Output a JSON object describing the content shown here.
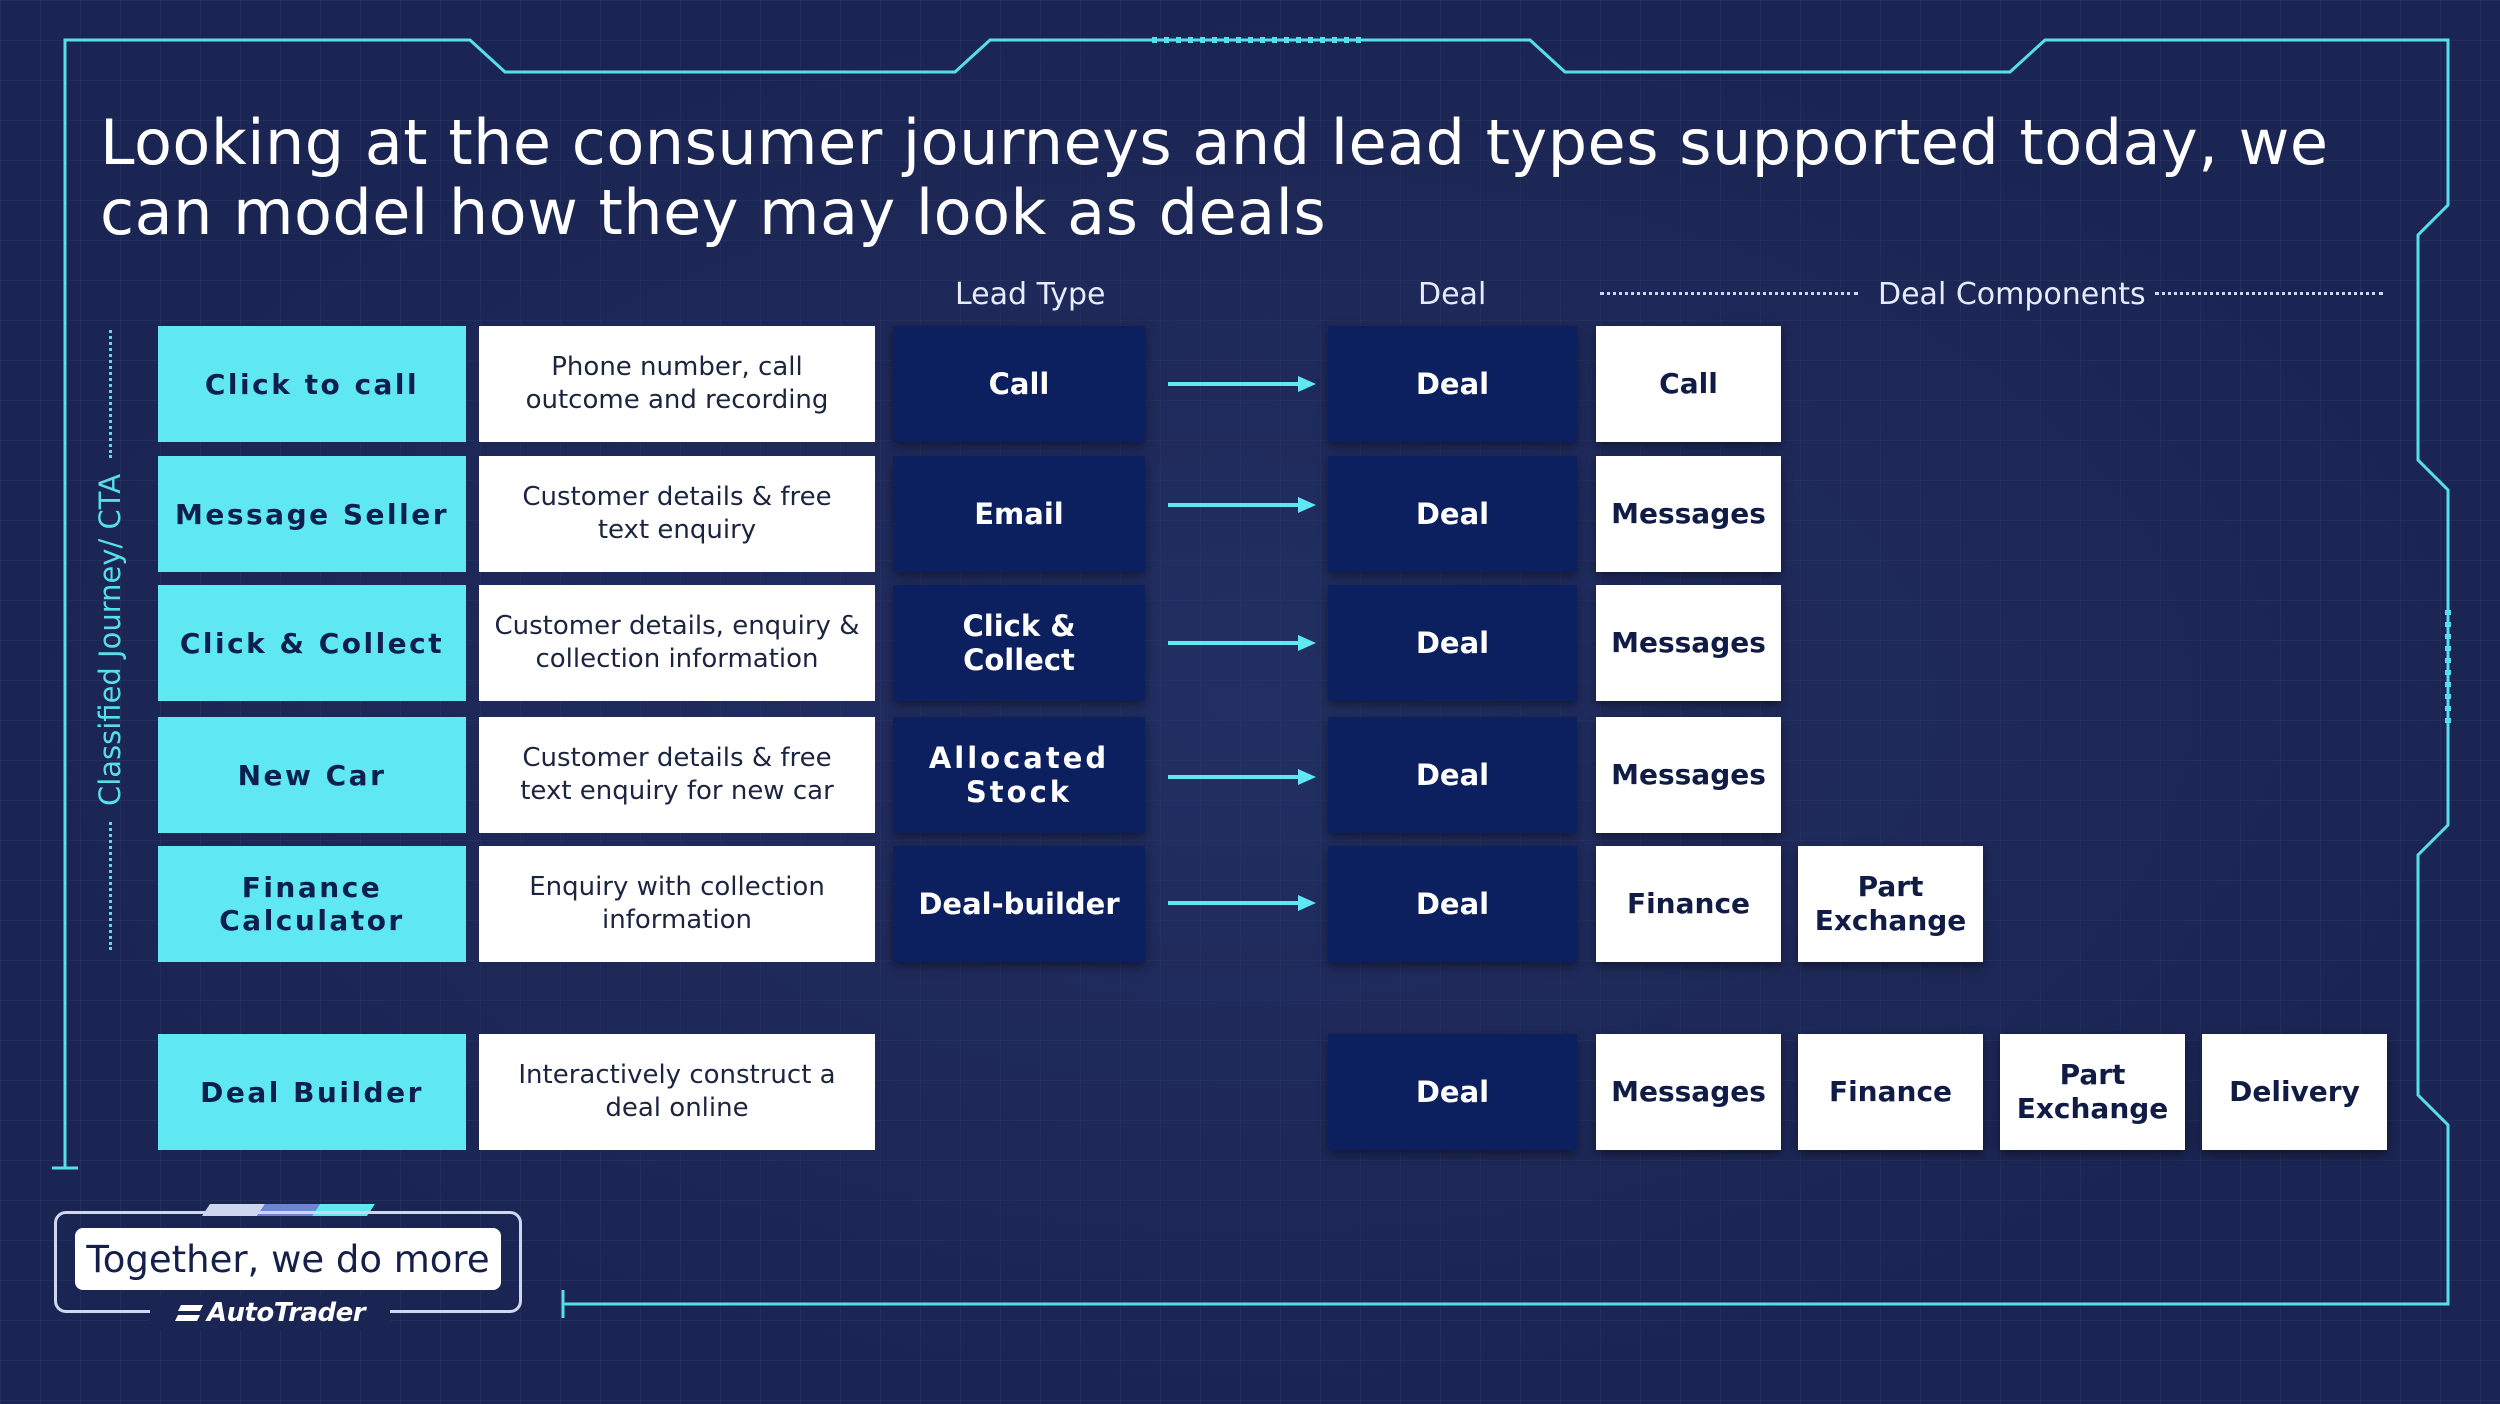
{
  "title": "Looking at the consumer journeys and lead types supported today, we can model how they may look as deals",
  "headers": {
    "lead_type": "Lead Type",
    "deal": "Deal",
    "deal_components": "Deal Components"
  },
  "side_label": "Classified Journey/ CTA",
  "rows": [
    {
      "cta": "Click to call",
      "description": "Phone number, call outcome and recording",
      "lead_type": "Call",
      "deal": "Deal",
      "components": [
        "Call"
      ]
    },
    {
      "cta": "Message Seller",
      "description": "Customer details & free text enquiry",
      "lead_type": "Email",
      "deal": "Deal",
      "components": [
        "Messages"
      ]
    },
    {
      "cta": "Click & Collect",
      "description": "Customer details,  enquiry & collection information",
      "lead_type": "Click & Collect",
      "deal": "Deal",
      "components": [
        "Messages"
      ]
    },
    {
      "cta": "New Car",
      "description": "Customer details & free text enquiry for new car",
      "lead_type": "Allocated Stock",
      "deal": "Deal",
      "components": [
        "Messages"
      ]
    },
    {
      "cta": "Finance Calculator",
      "description": "Enquiry with collection information",
      "lead_type": "Deal-builder",
      "deal": "Deal",
      "components": [
        "Finance",
        "Part Exchange"
      ]
    },
    {
      "cta": "Deal Builder",
      "description": "Interactively construct a deal online",
      "lead_type": "",
      "deal": "Deal",
      "components": [
        "Messages",
        "Finance",
        "Part Exchange",
        "Delivery"
      ]
    }
  ],
  "footer": {
    "tagline": "Together, we do more",
    "brand": "AutoTrader"
  },
  "colors": {
    "background": "#1b2553",
    "cyan_accent": "#5fe7f2",
    "dark_box": "#0c2060",
    "light_box": "#ffffff"
  }
}
